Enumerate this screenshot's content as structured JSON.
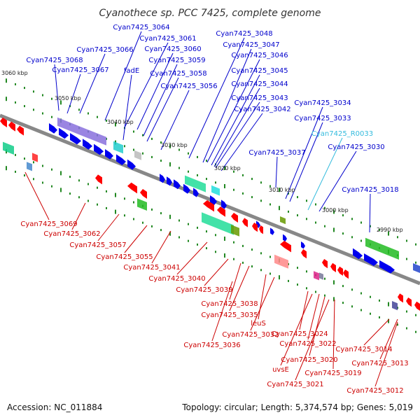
{
  "title": "Cyanothece sp. PCC 7425, complete genome",
  "footer": {
    "accession": "Accession: NC_011884",
    "summary": "Topology: circular; Length: 5,374,574 bp; Genes: 5,019"
  },
  "colors": {
    "forward_label": "#0000cc",
    "reverse_label": "#cc0000",
    "rna_label": "#33bbdd",
    "backbone": "#888888",
    "forward_gene": "#0000ee",
    "reverse_gene": "#ff0000",
    "tick": "#228822"
  },
  "kbp_marks": [
    "3060 kbp",
    "3050 kbp",
    "3040 kbp",
    "3030 kbp",
    "3020 kbp",
    "3010 kbp",
    "3000 kbp",
    "2990 kbp"
  ],
  "forward_labels": [
    "Cyan7425_3064",
    "Cyan7425_3061",
    "Cyan7425_3066",
    "Cyan7425_3060",
    "Cyan7425_3068",
    "Cyan7425_3059",
    "Cyan7425_3067",
    "fadE",
    "Cyan7425_3058",
    "Cyan7425_3056",
    "Cyan7425_3048",
    "Cyan7425_3047",
    "Cyan7425_3046",
    "Cyan7425_3045",
    "Cyan7425_3044",
    "Cyan7425_3043",
    "Cyan7425_3042",
    "Cyan7425_3034",
    "Cyan7425_3033",
    "Cyan7425_3037",
    "Cyan7425_3030",
    "Cyan7425_3018"
  ],
  "rna_labels": [
    "Cyan7425_R0033"
  ],
  "reverse_labels": [
    "Cyan7425_3069",
    "Cyan7425_3062",
    "Cyan7425_3057",
    "Cyan7425_3055",
    "Cyan7425_3041",
    "Cyan7425_3040",
    "Cyan7425_3039",
    "Cyan7425_3038",
    "Cyan7425_3035",
    "leuS",
    "Cyan7425_3032",
    "Cyan7425_3036",
    "Cyan7425_3024",
    "Cyan7425_3022",
    "Cyan7425_3020",
    "uvsE",
    "Cyan7425_3019",
    "Cyan7425_3021",
    "Cyan7425_3014",
    "Cyan7425_3013",
    "Cyan7425_3012"
  ]
}
